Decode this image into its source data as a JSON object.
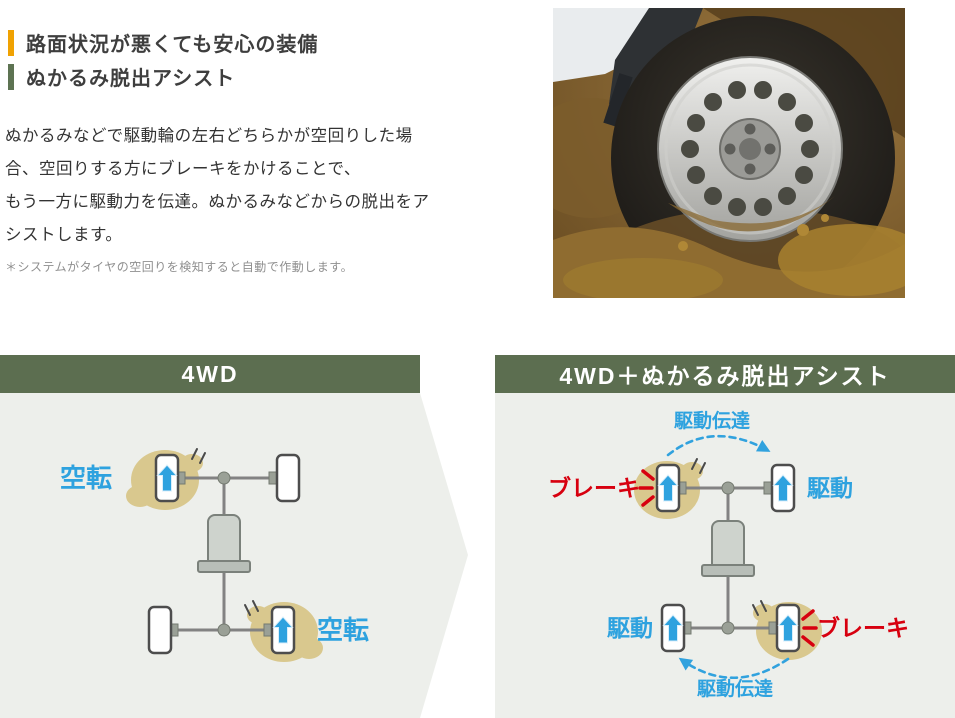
{
  "feature": {
    "heading_line1": "路面状況が悪くても安心の装備",
    "heading_line2": "ぬかるみ脱出アシスト",
    "description_lines": [
      "ぬかるみなどで駆動輪の左右どちらかが空回りした場",
      "合、空回りする方にブレーキをかけることで、",
      "もう一方に駆動力を伝達。ぬかるみなどからの脱出をア",
      "シストします。"
    ],
    "note": "＊システムがタイヤの空回りを検知すると自動で作動します。"
  },
  "photo": {
    "name": "muddy-tire-photo"
  },
  "diagram_left": {
    "title": "4WD",
    "front_left_label": "空転",
    "rear_right_label": "空転"
  },
  "diagram_right": {
    "title": "4WD＋ぬかるみ脱出アシスト",
    "top_label": "駆動伝達",
    "bottom_label": "駆動伝達",
    "front_left_label": "ブレーキ",
    "front_right_label": "駆動",
    "rear_left_label": "駆動",
    "rear_right_label": "ブレーキ"
  },
  "colors": {
    "accent_orange": "#f0a202",
    "accent_green": "#5d7352",
    "panel_header_green": "#5c6e50",
    "panel_body_gray": "#edefeb",
    "drive_blue": "#2ea2df",
    "brake_red": "#d7000f",
    "mud_tan": "#d9c88e"
  }
}
